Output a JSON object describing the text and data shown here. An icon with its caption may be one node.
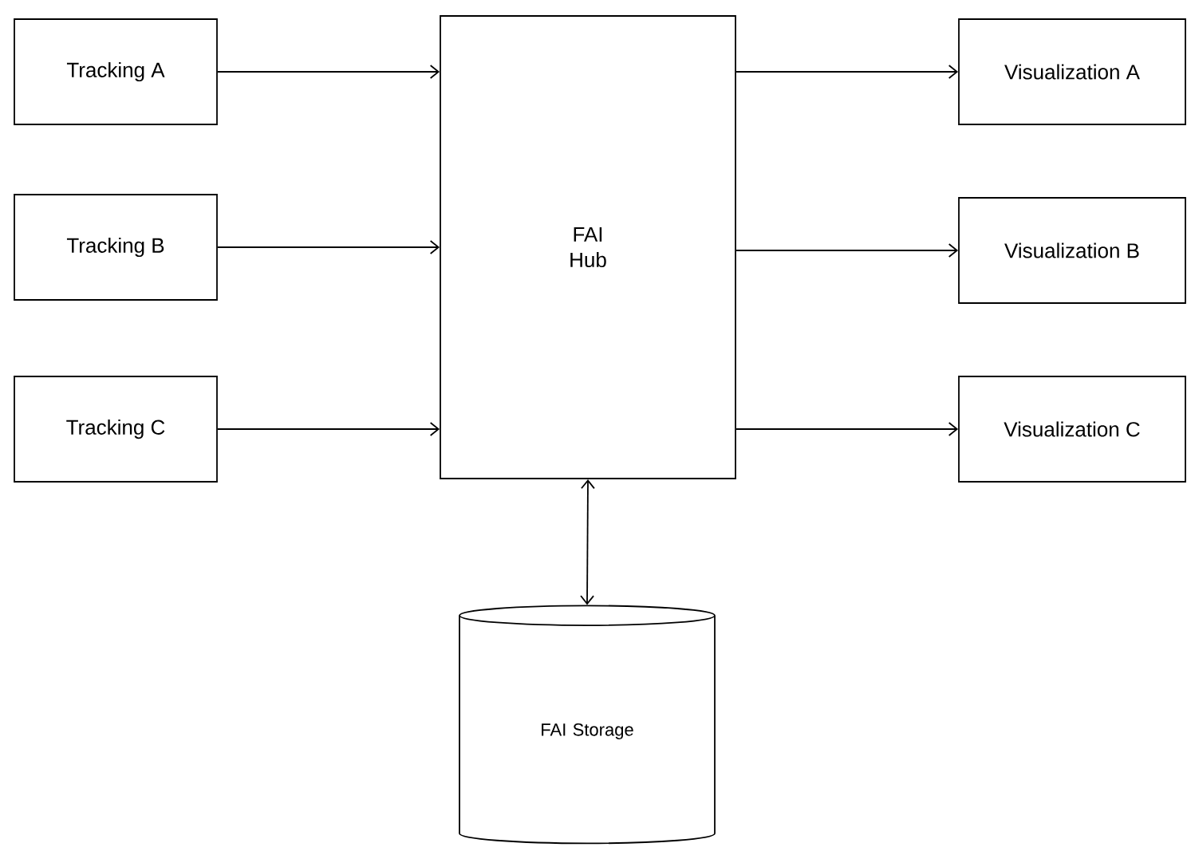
{
  "diagram": {
    "nodes": [
      {
        "text": [
          "Tracking A"
        ]
      },
      {
        "text": [
          "Tracking B"
        ]
      },
      {
        "text": [
          "Tracking C"
        ]
      },
      {
        "text": [
          "FAI Hub"
        ]
      },
      {
        "text": [
          "Visualization A"
        ]
      },
      {
        "text": [
          "Visualization B"
        ]
      },
      {
        "text": [
          "Visualization C"
        ]
      },
      {
        "text": [
          "FAI Storage"
        ]
      }
    ],
    "edges": [
      {
        "from": 0,
        "to": 3,
        "arrow": "to"
      },
      {
        "from": 1,
        "to": 3,
        "arrow": "to"
      },
      {
        "from": 2,
        "to": 3,
        "arrow": "to"
      },
      {
        "from": 3,
        "to": 4,
        "arrow": "to"
      },
      {
        "from": 3,
        "to": 5,
        "arrow": "to"
      },
      {
        "from": 3,
        "to": 6,
        "arrow": "to"
      },
      {
        "from": 3,
        "to": 7,
        "arrow": "both"
      }
    ]
  }
}
